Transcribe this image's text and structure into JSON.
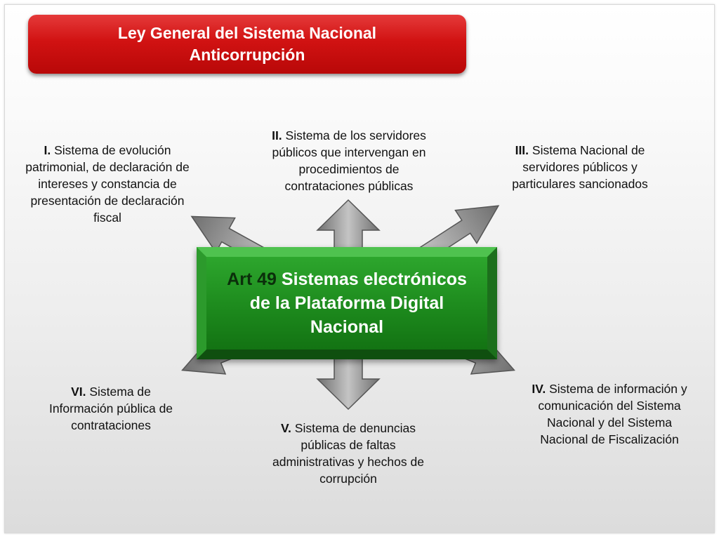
{
  "title": {
    "line1": "Ley General del Sistema Nacional",
    "line2": "Anticorrupción"
  },
  "center": {
    "art": "Art 49",
    "line1_rest": " Sistemas electrónicos",
    "line2": "de la Plataforma Digital",
    "line3": "Nacional"
  },
  "items": [
    {
      "num": "I.",
      "lines": [
        "Sistema de evolución",
        "patrimonial, de declaración de",
        "intereses y constancia de",
        "presentación  de declaración",
        "fiscal"
      ]
    },
    {
      "num": "II.",
      "lines": [
        "Sistema de los servidores",
        "públicos que intervengan en",
        "procedimientos de",
        "contrataciones públicas"
      ]
    },
    {
      "num": "III.",
      "lines": [
        "Sistema Nacional de",
        "servidores públicos y",
        "particulares sancionados"
      ]
    },
    {
      "num": "IV.",
      "lines": [
        "Sistema de información y",
        "comunicación del Sistema",
        "Nacional y del Sistema",
        "Nacional de Fiscalización"
      ]
    },
    {
      "num": "V.",
      "lines": [
        "Sistema de denuncias",
        "públicas de faltas",
        "administrativas y hechos de",
        "corrupción"
      ]
    },
    {
      "num": "VI.",
      "lines": [
        "Sistema de",
        "Información pública de",
        "contrataciones"
      ]
    }
  ],
  "colors": {
    "title_red": "#d11212",
    "center_green": "#1d8a1d",
    "art_dark_green": "#0b2f0b",
    "arrow_gray": "#9a9a9a"
  }
}
